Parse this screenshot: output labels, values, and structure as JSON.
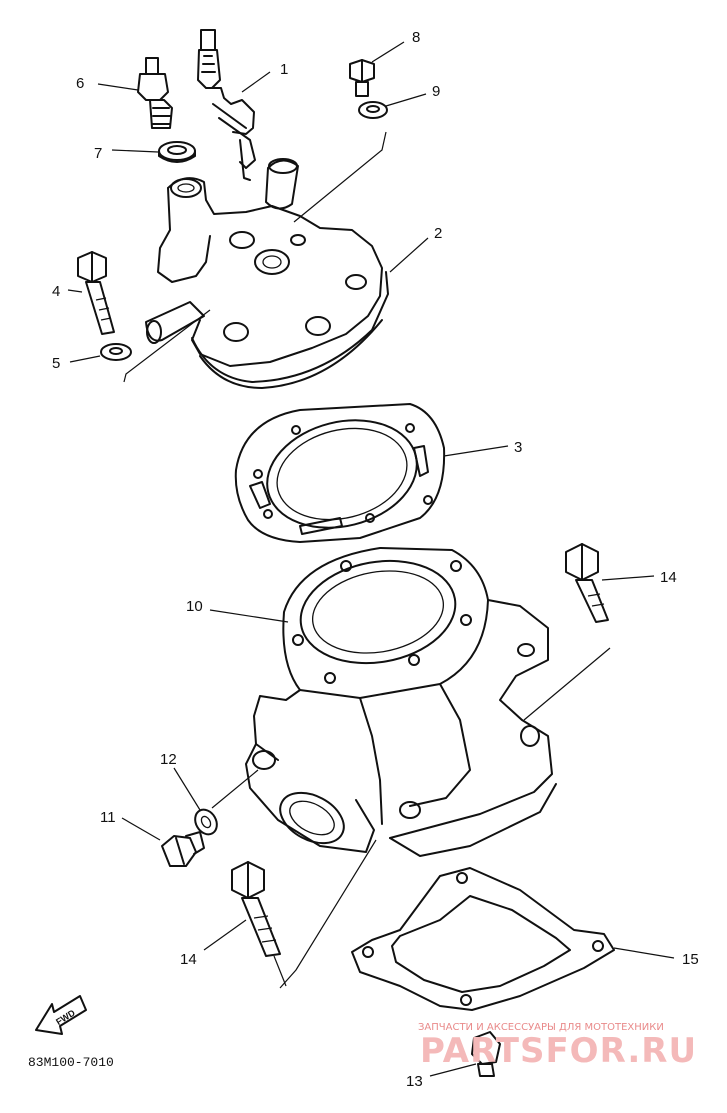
{
  "diagram": {
    "parts": [
      {
        "number": "1",
        "label": "1"
      },
      {
        "number": "2",
        "label": "2"
      },
      {
        "number": "3",
        "label": "3"
      },
      {
        "number": "4",
        "label": "4"
      },
      {
        "number": "5",
        "label": "5"
      },
      {
        "number": "6",
        "label": "6"
      },
      {
        "number": "7",
        "label": "7"
      },
      {
        "number": "8",
        "label": "8"
      },
      {
        "number": "9",
        "label": "9"
      },
      {
        "number": "10",
        "label": "10"
      },
      {
        "number": "11",
        "label": "11"
      },
      {
        "number": "12",
        "label": "12"
      },
      {
        "number": "13",
        "label": "13"
      },
      {
        "number": "14",
        "label": "14"
      },
      {
        "number": "15",
        "label": "15"
      }
    ],
    "part_code": "83M100-7010",
    "fwd_label": "FWD"
  },
  "watermark": {
    "tagline": "ЗАПЧАСТИ И АКСЕССУАРЫ ДЛЯ МОТОТЕХНИКИ",
    "brand": "PARTSFOR.RU",
    "color": "#e36b6b"
  }
}
